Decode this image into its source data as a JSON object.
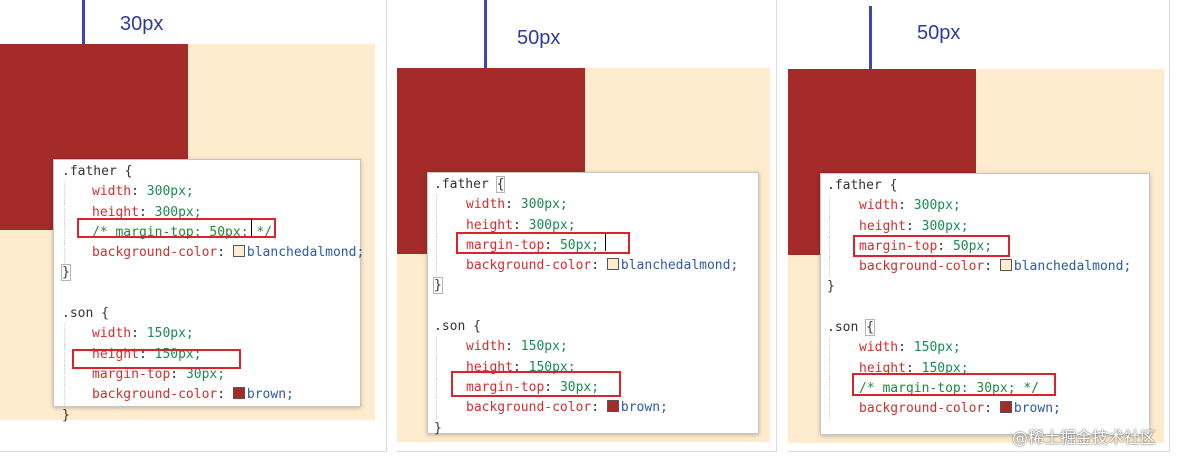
{
  "colors": {
    "father_bg": "#ffebcd",
    "son_bg": "#a52a2a",
    "highlight": "#d9232d",
    "measure_line": "#3d46b3"
  },
  "panels": [
    {
      "label": "30px",
      "father": {
        "selector": ".father",
        "brace": "{",
        "width_prop": "width",
        "width_val": "300px;",
        "height_prop": "height",
        "height_val": "300px;",
        "margin_line": "/* margin-top: 50px; */",
        "margin_prop": "",
        "margin_val": "",
        "bg_prop": "background-color",
        "bg_val": "blanchedalmond;",
        "close": "}"
      },
      "son": {
        "selector": ".son",
        "brace": "{",
        "width_prop": "width",
        "width_val": "150px;",
        "height_prop": "height",
        "height_val": "150px;",
        "margin_line": "",
        "margin_prop": "margin-top",
        "margin_val": "30px;",
        "bg_prop": "background-color",
        "bg_val": "brown;",
        "close": "}"
      }
    },
    {
      "label": "50px",
      "father": {
        "selector": ".father",
        "brace": "{",
        "width_prop": "width",
        "width_val": "300px;",
        "height_prop": "height",
        "height_val": "300px;",
        "margin_line": "",
        "margin_prop": "margin-top",
        "margin_val": "50px;",
        "bg_prop": "background-color",
        "bg_val": "blanchedalmond;",
        "close": "}"
      },
      "son": {
        "selector": ".son",
        "brace": "{",
        "width_prop": "width",
        "width_val": "150px;",
        "height_prop": "height",
        "height_val": "150px;",
        "margin_line": "",
        "margin_prop": "margin-top",
        "margin_val": "30px;",
        "bg_prop": "background-color",
        "bg_val": "brown;",
        "close": "}"
      }
    },
    {
      "label": "50px",
      "father": {
        "selector": ".father",
        "brace": "{",
        "width_prop": "width",
        "width_val": "300px;",
        "height_prop": "height",
        "height_val": "300px;",
        "margin_line": "",
        "margin_prop": "margin-top",
        "margin_val": "50px;",
        "bg_prop": "background-color",
        "bg_val": "blanchedalmond;",
        "close": "}"
      },
      "son": {
        "selector": ".son",
        "brace": "{",
        "width_prop": "width",
        "width_val": "150px;",
        "height_prop": "height",
        "height_val": "150px;",
        "margin_line": "/* margin-top: 30px; */",
        "margin_prop": "",
        "margin_val": "",
        "bg_prop": "background-color",
        "bg_val": "brown;",
        "close": "}"
      }
    }
  ],
  "watermark": "@稀土掘金技术社区"
}
